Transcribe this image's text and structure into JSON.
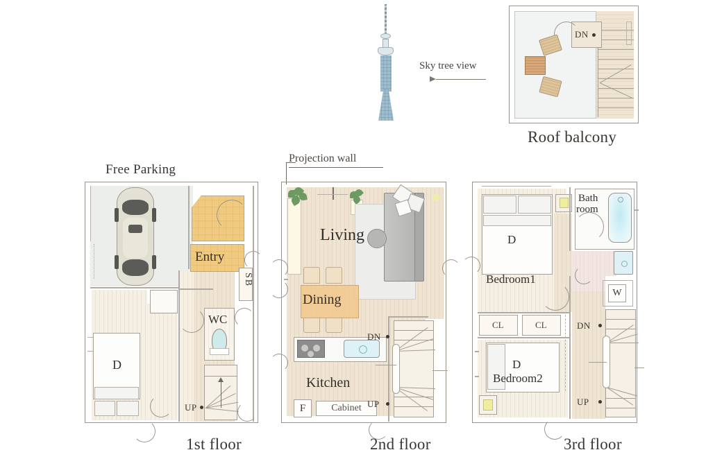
{
  "document": {
    "type": "residential-floor-plan",
    "description": "Three-story house floor plan with roof balcony"
  },
  "annotations": {
    "sky_tree_view": "Sky tree view",
    "sky_tree_icon": "tokyo-skytree-tower",
    "projection_wall": "Projection wall",
    "free_parking": "Free Parking",
    "roof_balcony": "Roof balcony"
  },
  "floors": [
    {
      "id": "first",
      "title": "1st floor",
      "rooms": [
        {
          "label": "Entry",
          "name": "entry"
        },
        {
          "label": "SB",
          "name": "shoe-box"
        },
        {
          "label": "WC",
          "name": "water-closet"
        },
        {
          "label": "D",
          "name": "bedroom-d-1f"
        }
      ],
      "markers": [
        {
          "label": "UP",
          "name": "stairs-up-marker"
        }
      ],
      "features": [
        "parking",
        "car",
        "entry-tile",
        "toilet",
        "stairs-up"
      ]
    },
    {
      "id": "second",
      "title": "2nd floor",
      "rooms": [
        {
          "label": "Living",
          "name": "living-room"
        },
        {
          "label": "Dining",
          "name": "dining-room"
        },
        {
          "label": "Kitchen",
          "name": "kitchen"
        },
        {
          "label": "Cabinet",
          "name": "cabinet"
        },
        {
          "label": "F",
          "name": "refrigerator"
        }
      ],
      "markers": [
        {
          "label": "DN",
          "name": "stairs-down-marker"
        },
        {
          "label": "UP",
          "name": "stairs-up-marker"
        }
      ],
      "features": [
        "sofa",
        "rug",
        "coffee-table",
        "dining-table",
        "chairs",
        "stove",
        "sink",
        "plants"
      ]
    },
    {
      "id": "third",
      "title": "3rd floor",
      "rooms": [
        {
          "label": "Bedroom1",
          "name": "bedroom-1"
        },
        {
          "label": "Bedroom2",
          "name": "bedroom-2"
        },
        {
          "label": "Bath room",
          "name": "bathroom"
        },
        {
          "label": "D",
          "name": "bed-double-1"
        },
        {
          "label": "D",
          "name": "bed-double-2"
        },
        {
          "label": "CL",
          "name": "closet-1"
        },
        {
          "label": "CL",
          "name": "closet-2"
        },
        {
          "label": "W",
          "name": "washing-machine"
        }
      ],
      "markers": [
        {
          "label": "DN",
          "name": "stairs-down-marker"
        },
        {
          "label": "UP",
          "name": "stairs-up-marker"
        }
      ],
      "features": [
        "bathtub",
        "wash-basin",
        "washer",
        "beds",
        "closets",
        "stairs"
      ]
    },
    {
      "id": "roof",
      "title": "Roof balcony",
      "rooms": [],
      "markers": [
        {
          "label": "DN",
          "name": "stairs-down-marker"
        }
      ],
      "features": [
        "outdoor-table",
        "outdoor-chair-1",
        "outdoor-chair-2",
        "stairs-down"
      ]
    }
  ],
  "bathroom_label_lines": [
    "Bath",
    "room"
  ],
  "colors": {
    "wood_floor": "#efe3d2",
    "entry_tile": "#f8e3b6",
    "dining_table": "#f2c98f",
    "sofa_gray": "#b9b9b7",
    "bath_water": "#bfe9f2",
    "car_body": "#e4e2d5",
    "wall": "#8e8880",
    "text": "#33302c",
    "parking_lot": "#eceeec"
  }
}
